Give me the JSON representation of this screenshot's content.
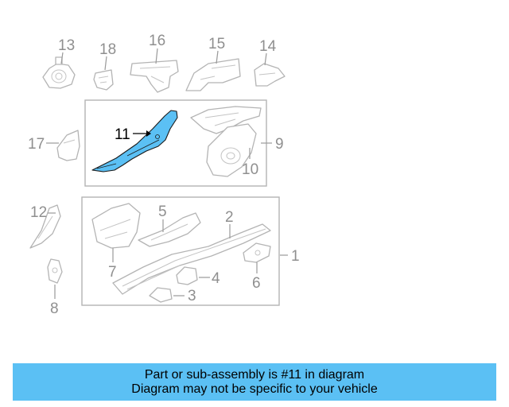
{
  "colors": {
    "highlight": "#5bc0f4",
    "banner": "#5bc0f4",
    "outline": "#b4b4b4",
    "callout_text": "#8f8f8f",
    "active_text": "#000000"
  },
  "callouts": {
    "c1": "1",
    "c2": "2",
    "c3": "3",
    "c4": "4",
    "c5": "5",
    "c6": "6",
    "c7": "7",
    "c8": "8",
    "c9": "9",
    "c10": "10",
    "c11": "11",
    "c12": "12",
    "c13": "13",
    "c14": "14",
    "c15": "15",
    "c16": "16",
    "c17": "17",
    "c18": "18"
  },
  "highlighted_part": "11",
  "banner": {
    "line1": "Part or sub-assembly is #11 in diagram",
    "line2": "Diagram may not be specific to your vehicle"
  }
}
